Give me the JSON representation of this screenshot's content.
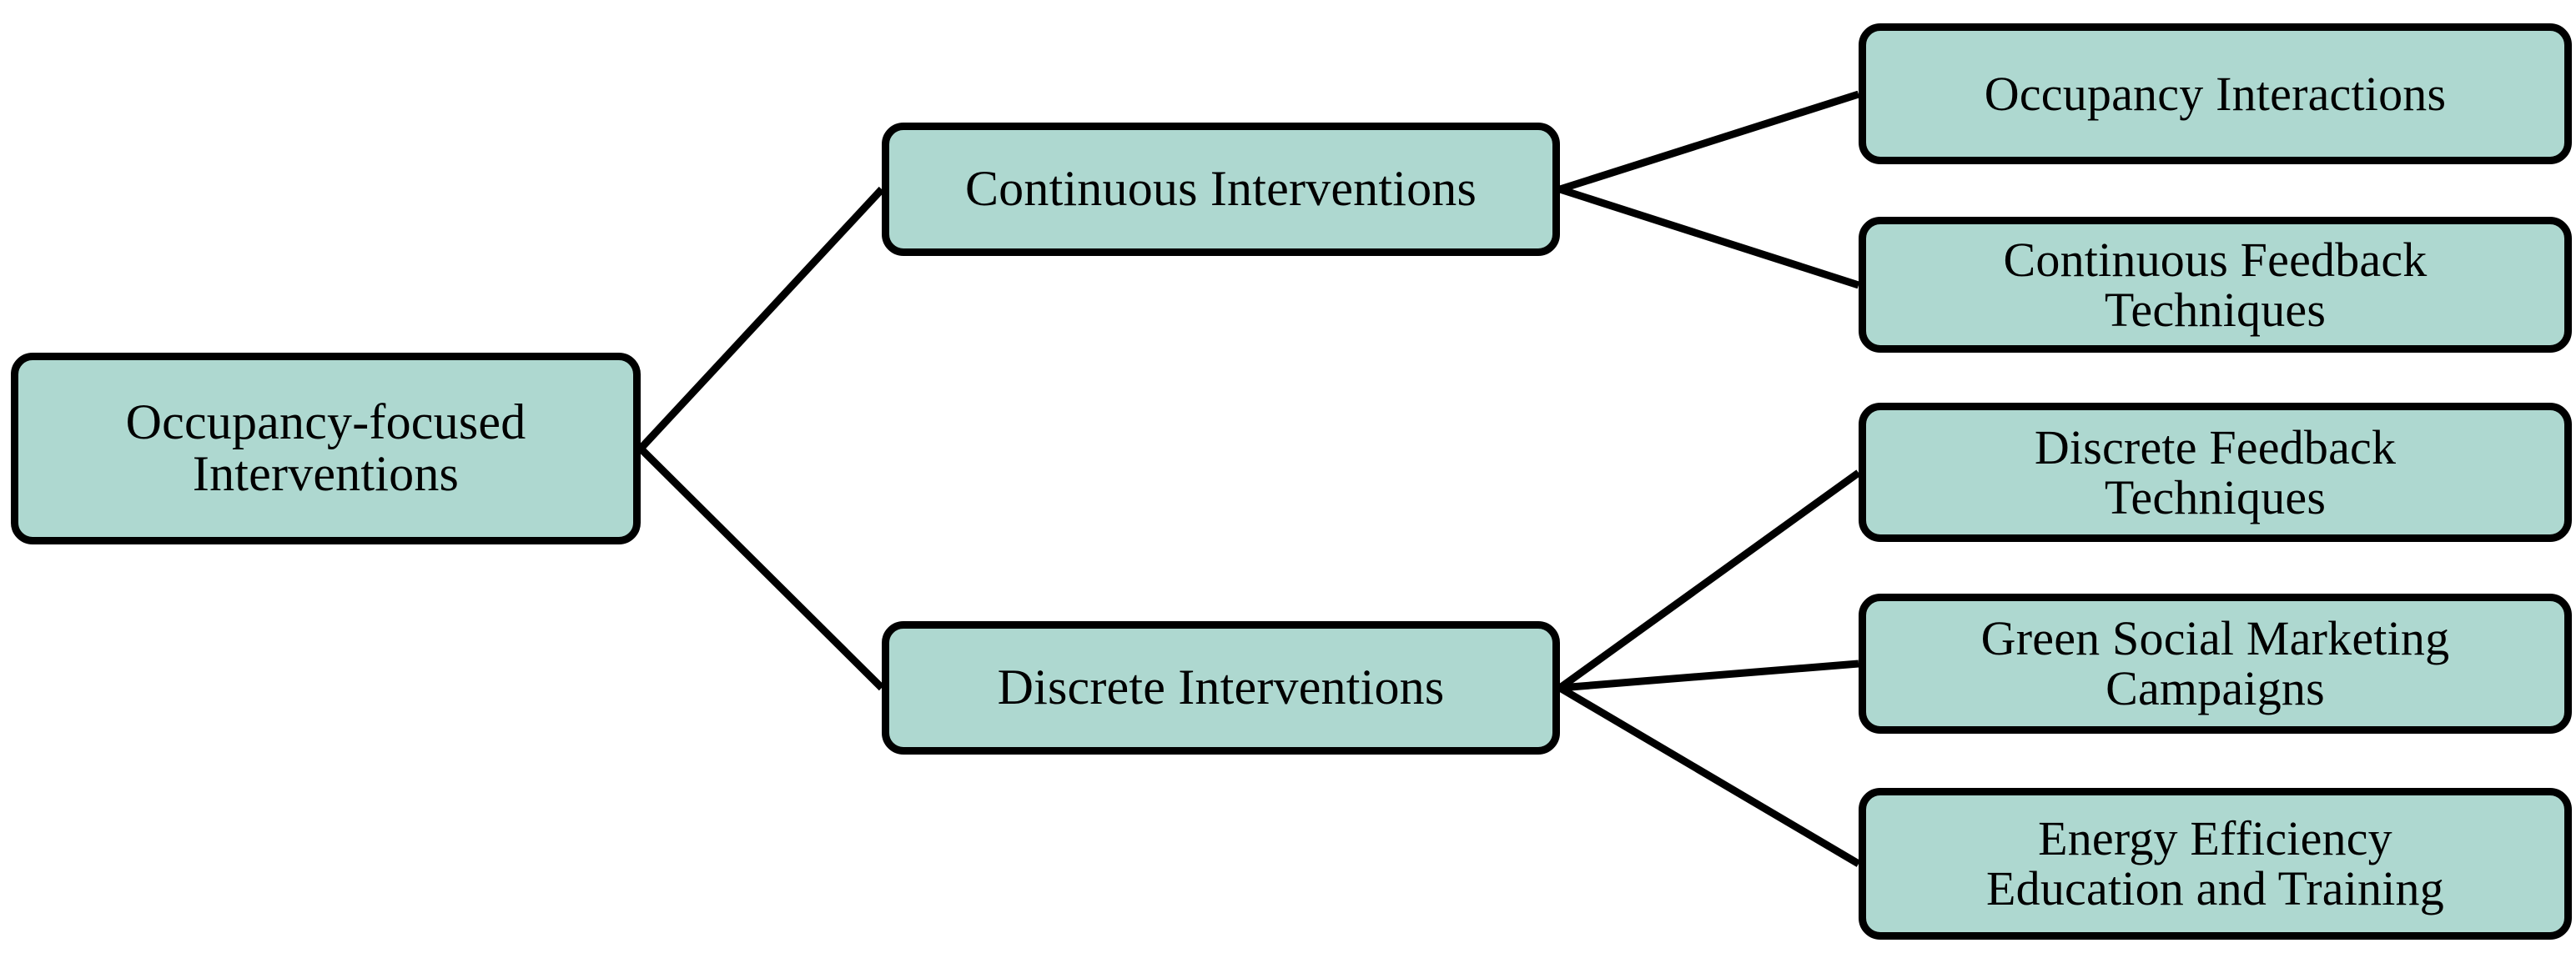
{
  "diagram": {
    "type": "tree",
    "title": "Occupancy-focused Interventions",
    "orientation": "left-to-right",
    "colors": {
      "node_fill": "#aed8d0",
      "node_border": "#000000",
      "edge": "#000000",
      "background": "#ffffff",
      "text": "#000000"
    },
    "nodes": {
      "root": {
        "label": "Occupancy-focused\nInterventions",
        "level": 0
      },
      "continuous": {
        "label": "Continuous Interventions",
        "level": 1
      },
      "discrete": {
        "label": "Discrete Interventions",
        "level": 1
      },
      "occupancy_interactions": {
        "label": "Occupancy Interactions",
        "level": 2
      },
      "continuous_feedback": {
        "label": "Continuous Feedback\nTechniques",
        "level": 2
      },
      "discrete_feedback": {
        "label": "Discrete Feedback\nTechniques",
        "level": 2
      },
      "green_social_marketing": {
        "label": "Green Social Marketing\nCampaigns",
        "level": 2
      },
      "energy_efficiency_education": {
        "label": "Energy Efficiency\nEducation and Training",
        "level": 2
      }
    },
    "edges": [
      {
        "from": "root",
        "to": "continuous"
      },
      {
        "from": "root",
        "to": "discrete"
      },
      {
        "from": "continuous",
        "to": "occupancy_interactions"
      },
      {
        "from": "continuous",
        "to": "continuous_feedback"
      },
      {
        "from": "discrete",
        "to": "discrete_feedback"
      },
      {
        "from": "discrete",
        "to": "green_social_marketing"
      },
      {
        "from": "discrete",
        "to": "energy_efficiency_education"
      }
    ]
  }
}
